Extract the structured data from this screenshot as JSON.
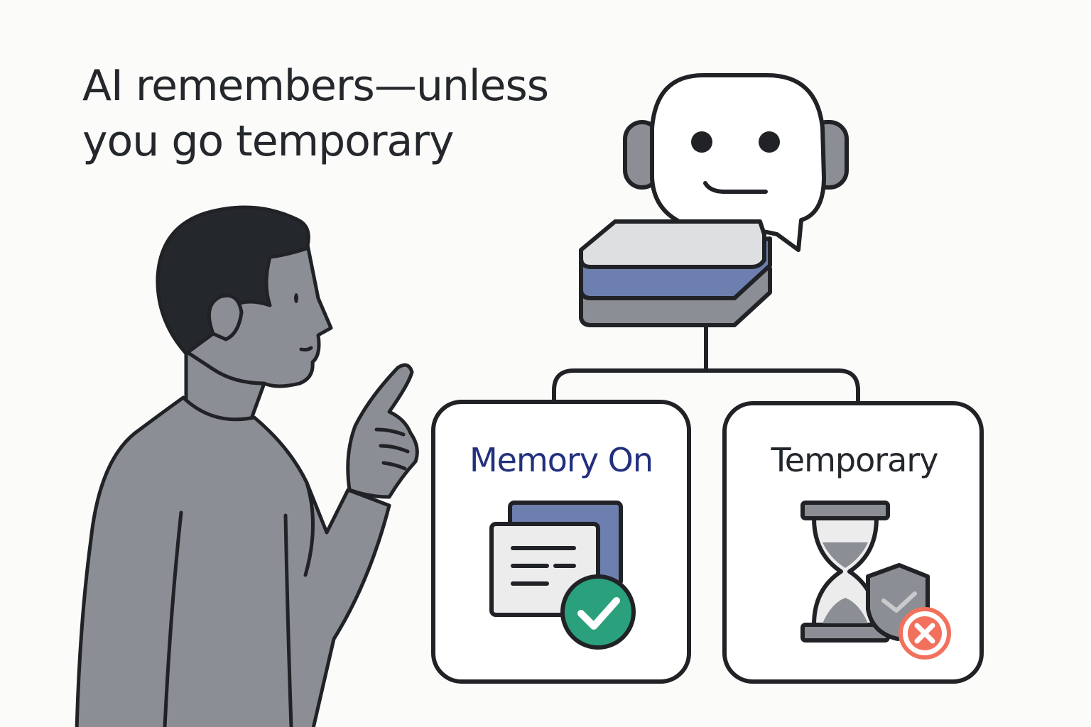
{
  "headline": {
    "line1": "AI remembers—unless",
    "line2": "you go temporary"
  },
  "cards": {
    "memory_on": {
      "label": "Memory On",
      "status_icon": "check-circle-icon",
      "content_icon": "document-stack-icon"
    },
    "temporary": {
      "label": "Temporary",
      "status_icon": "x-circle-icon",
      "content_icon": "hourglass-icon"
    }
  },
  "colors": {
    "headline": "#24272b",
    "memory_label": "#22307d",
    "temporary_label": "#24272b",
    "accent_blue": "#6d7fae",
    "check_green": "#2aa07c",
    "cancel_red": "#f2715d",
    "figure_gray": "#8b8e94",
    "outline": "#202226"
  }
}
